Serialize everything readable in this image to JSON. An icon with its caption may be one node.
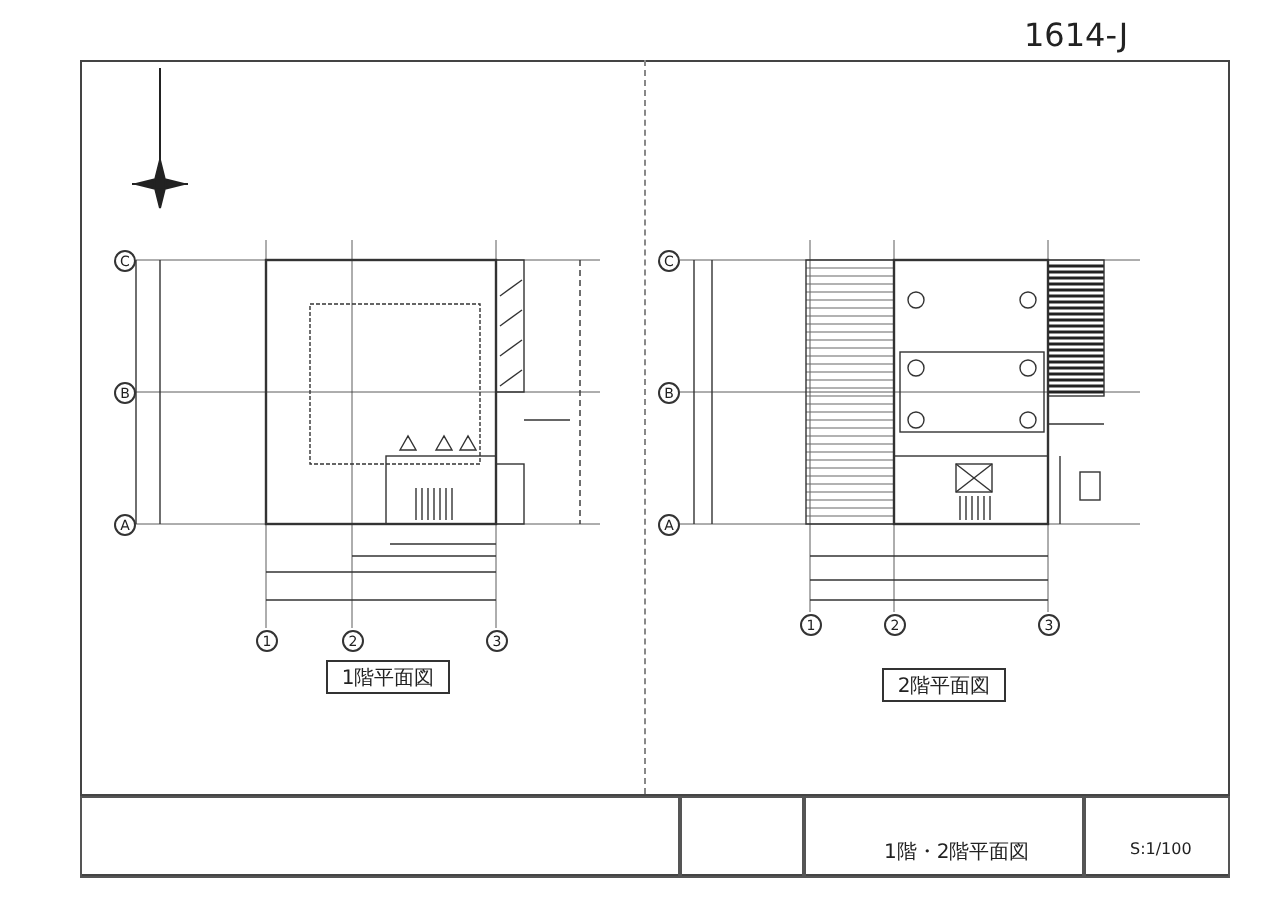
{
  "diagram": {
    "nodes": [
      {
        "text": [
          "1階平面図"
        ]
      },
      {
        "text": [
          "2階平面図"
        ]
      },
      {
        "text": [
          "C"
        ]
      },
      {
        "text": [
          "B"
        ]
      },
      {
        "text": [
          "A"
        ]
      },
      {
        "text": [
          "1"
        ]
      },
      {
        "text": [
          "2"
        ]
      },
      {
        "text": [
          "3"
        ]
      },
      {
        "text": [
          "C"
        ]
      },
      {
        "text": [
          "B"
        ]
      },
      {
        "text": [
          "A"
        ]
      },
      {
        "text": [
          "1"
        ]
      },
      {
        "text": [
          "2"
        ]
      },
      {
        "text": [
          "3"
        ]
      }
    ],
    "labels": [
      "1614-J",
      "1階・2階平面図",
      "S:1/100"
    ]
  }
}
